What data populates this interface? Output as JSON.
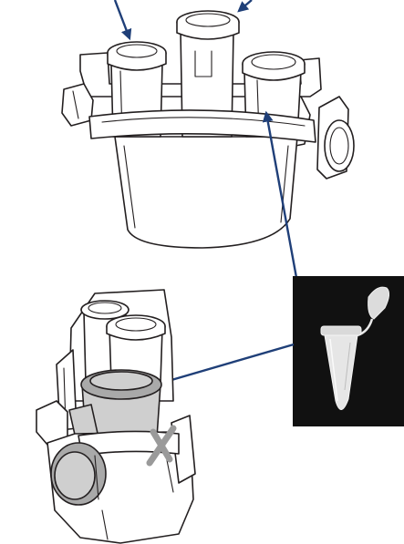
{
  "colors": {
    "arrow": "#1f3f78",
    "line_art": "#231f20",
    "highlight_grey": "#cfcfcf",
    "dark_grey": "#a9a9a9",
    "cross_mark": "#9a9a9a",
    "photo_background": "#111111",
    "tube_translucent": "#e6e6e6"
  },
  "elements": {
    "top_adapter": "bucket-adapter-with-three-tubes",
    "bottom_adapter": "adapter-with-microtube-inserted",
    "photo": "microcentrifuge-tube-photo",
    "forbidden_mark": "x-mark"
  }
}
